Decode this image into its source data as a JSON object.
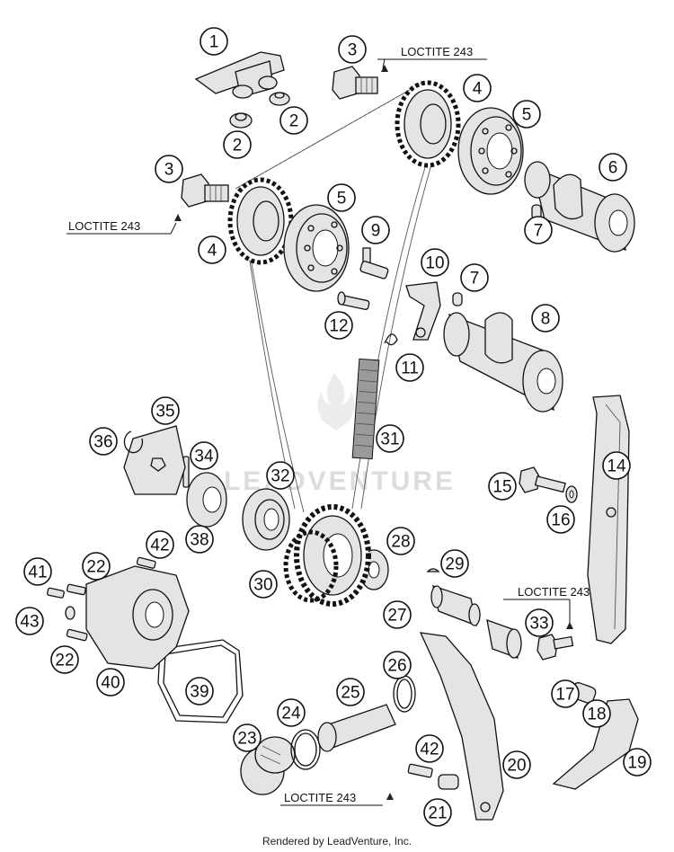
{
  "watermark": {
    "text": "LEADVENTURE"
  },
  "labels": {
    "loctite_top": "LOCTITE 243",
    "loctite_left": "LOCTITE 243",
    "loctite_right": "LOCTITE 243",
    "loctite_bottom": "LOCTITE 243"
  },
  "callouts": [
    "1",
    "2",
    "2",
    "3",
    "3",
    "4",
    "4",
    "5",
    "5",
    "6",
    "7",
    "7",
    "8",
    "9",
    "10",
    "11",
    "12",
    "14",
    "15",
    "16",
    "17",
    "18",
    "19",
    "20",
    "21",
    "22",
    "22",
    "23",
    "24",
    "25",
    "26",
    "27",
    "28",
    "29",
    "30",
    "31",
    "32",
    "33",
    "34",
    "35",
    "36",
    "38",
    "39",
    "40",
    "41",
    "42",
    "42",
    "43"
  ],
  "footer": {
    "credit": "Rendered by LeadVenture, Inc."
  }
}
